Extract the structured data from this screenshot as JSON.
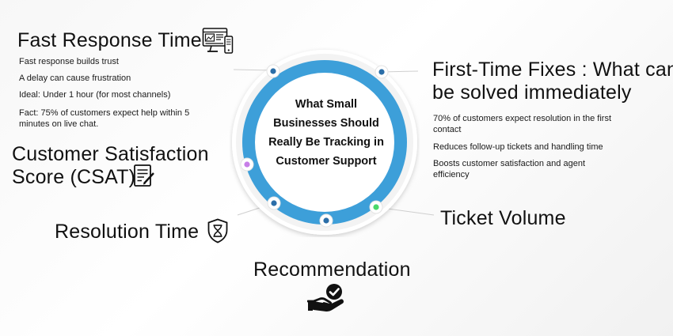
{
  "center": {
    "title": "What Small Businesses Should Really Be Tracking in Customer Support"
  },
  "sections": {
    "fast_response": {
      "heading": "Fast Response Time",
      "points": [
        "Fast response builds trust",
        "A delay can cause frustration",
        "Ideal: Under 1 hour (for most channels)",
        "Fact: 75% of customers expect help within 5 minutes on live chat."
      ],
      "icon": "monitor-dashboard-icon"
    },
    "first_time_fixes": {
      "heading_line1": "First-Time Fixes : What can",
      "heading_line2": "be solved immediately",
      "points": [
        "70% of customers expect resolution in the first contact",
        "Reduces follow-up tickets and handling time",
        "Boosts customer satisfaction and agent efficiency"
      ]
    },
    "csat": {
      "heading_line1": "Customer Satisfaction",
      "heading_line2": "Score (CSAT)",
      "icon": "survey-clipboard-icon"
    },
    "resolution_time": {
      "heading": "Resolution Time",
      "icon": "hourglass-icon"
    },
    "ticket_volume": {
      "heading": "Ticket Volume"
    },
    "recommendation": {
      "heading": "Recommendation",
      "icon": "hand-check-icon"
    }
  },
  "colors": {
    "ring_blue": "#3d9fd9",
    "node_blue": "#2b6ea8",
    "node_purple": "#c77ee8",
    "node_green": "#4ad86a",
    "connector": "#cfcfcf"
  }
}
